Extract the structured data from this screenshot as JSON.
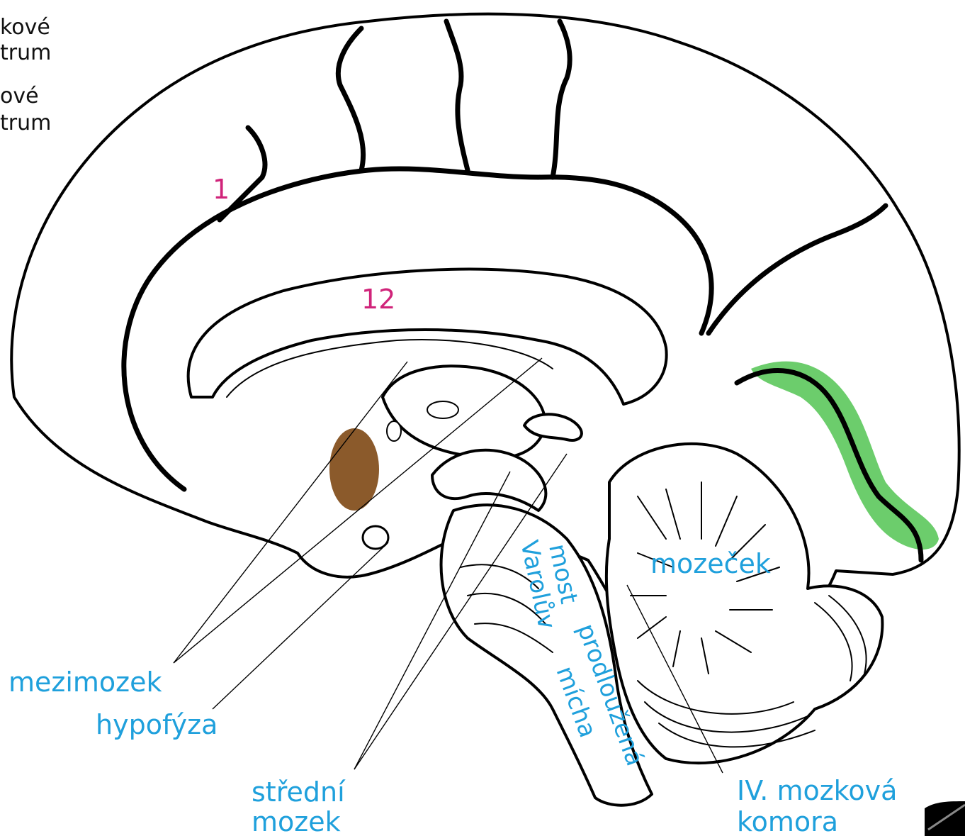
{
  "labels": {
    "top_left_1a": "kové",
    "top_left_1b": "trum",
    "top_left_2a": "ové",
    "top_left_2b": "trum",
    "num_1": "1",
    "num_12": "12",
    "mezimozek": "mezimozek",
    "hypofyza": "hypofýza",
    "stredni_a": "střední",
    "stredni_b": "mozek",
    "most_a": "most",
    "most_b": "Varolův",
    "prodlouzena_a": "prodloužená",
    "prodlouzena_b": "mícha",
    "mozecek": "mozeček",
    "komora_a": "IV. mozková",
    "komora_b": "komora"
  },
  "colors": {
    "label_blue": "#1fa0dc",
    "number_magenta": "#d0247a",
    "hypophysis_brown": "#8b5a2b",
    "visual_cortex_green": "#5cc85c"
  }
}
